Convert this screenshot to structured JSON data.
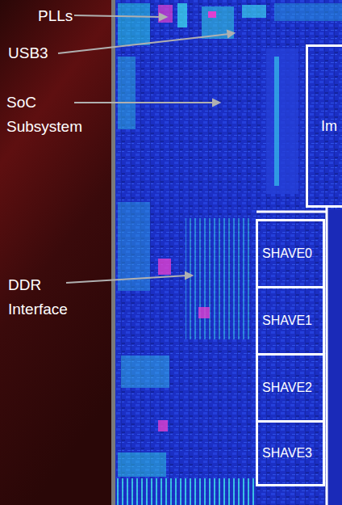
{
  "diagram": {
    "nodes": [
      {
        "text": [
          "Im"
        ]
      },
      {
        "text": [
          "SHAVE0"
        ]
      },
      {
        "text": [
          "SHAVE1"
        ]
      },
      {
        "text": [
          "SHAVE2"
        ]
      },
      {
        "text": [
          "SHAVE3"
        ]
      }
    ],
    "labels": [
      "PLLs",
      "USB3",
      "SoC Subsystem",
      "DDR Interface"
    ]
  }
}
